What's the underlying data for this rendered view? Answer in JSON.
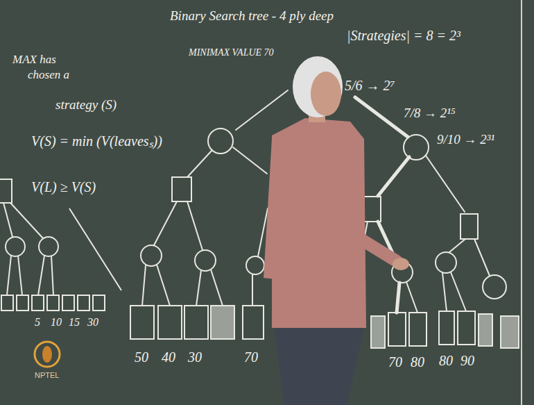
{
  "diagram": {
    "title": "Binary Search tree - 4 ply deep",
    "labels": [
      "|Strategies| = 8 = 2³",
      "MINIMAX VALUE 70",
      "5/6 → 2⁷",
      "7/8 → 2¹⁵",
      "9/10 → 2³¹",
      "MAX has",
      "chosen a",
      "strategy (S)",
      "V(S) = min (V(leavesₛ))",
      "V(L) ≥ V(S)",
      "5",
      "10",
      "15",
      "30",
      "50",
      "40",
      "30",
      "70",
      "70",
      "80",
      "80",
      "90",
      "NPTEL"
    ]
  }
}
